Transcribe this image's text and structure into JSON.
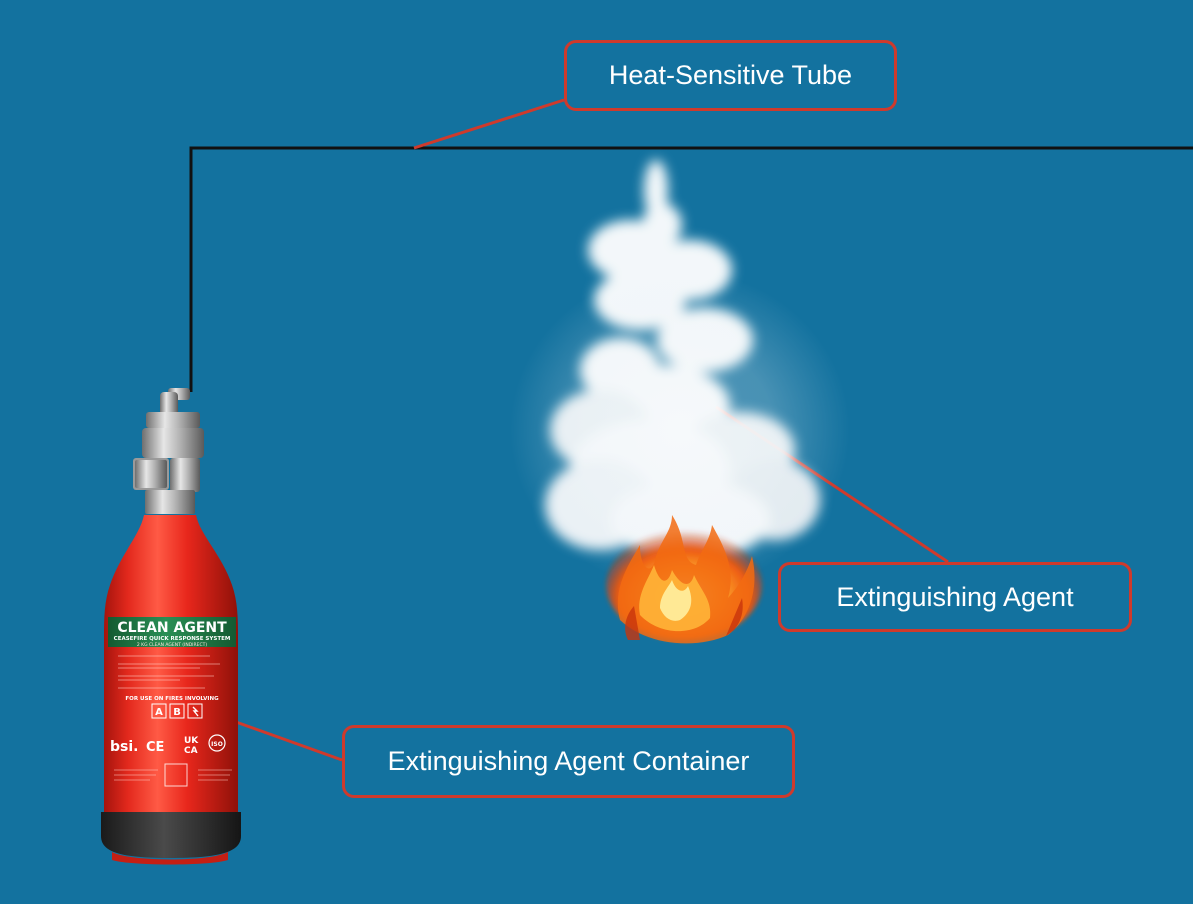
{
  "labels": {
    "heat_sensitive_tube": "Heat-Sensitive Tube",
    "extinguishing_agent": "Extinguishing Agent",
    "extinguishing_agent_container": "Extinguishing Agent Container"
  },
  "cylinder_label": {
    "title": "CLEAN AGENT",
    "subtitle": "CEASEFIRE QUICK RESPONSE SYSTEM",
    "capacity": "2 KG CLEAN AGENT (INDIRECT)",
    "fire_use_heading": "FOR USE ON FIRES INVOLVING",
    "class_a": "A",
    "class_b": "B",
    "mark_bsi": "bsi.",
    "mark_ce": "CE",
    "mark_ukca_top": "UK",
    "mark_ukca_bottom": "CA",
    "mark_iso": "ISO"
  },
  "colors": {
    "background": "#13729f",
    "callout_border": "#cf3a2c",
    "leader_line": "#cf3a2c",
    "tube": "#111111",
    "cylinder_red": "#e8271c",
    "label_green": "#1f7a45"
  }
}
